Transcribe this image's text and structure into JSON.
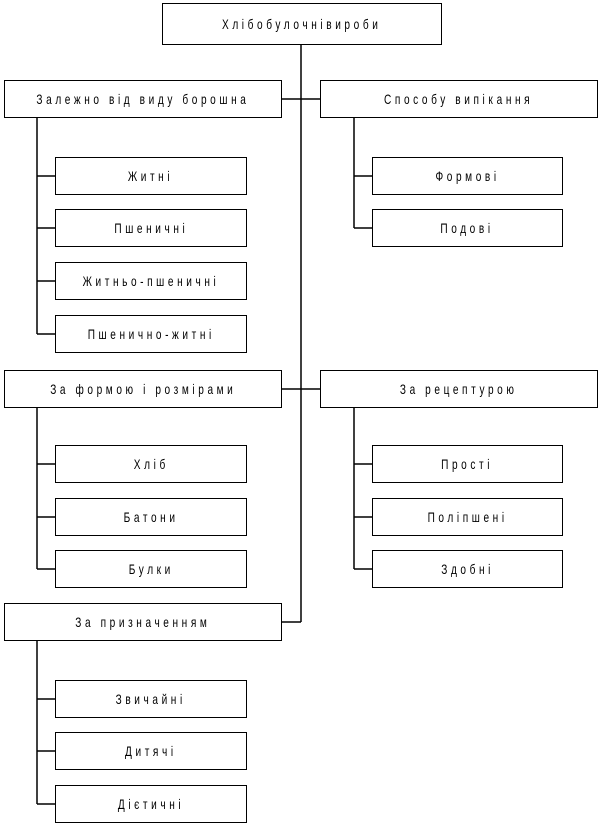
{
  "diagram": {
    "root": "Хлібобулочнівироби",
    "groups": {
      "flour": {
        "title": "Залежно від виду борошна",
        "items": [
          "Житні",
          "Пшеничні",
          "Житньо-пшеничні",
          "Пшенично-житні"
        ]
      },
      "baking": {
        "title": "Способу випікання",
        "items": [
          "Формові",
          "Подові"
        ]
      },
      "shape": {
        "title": "За формою і розмірами",
        "items": [
          "Хліб",
          "Батони",
          "Булки"
        ]
      },
      "recipe": {
        "title": "За рецептурою",
        "items": [
          "Прості",
          "Поліпшені",
          "Здобні"
        ]
      },
      "purpose": {
        "title": "За призначенням",
        "items": [
          "Звичайні",
          "Дитячі",
          "Дієтичні"
        ]
      }
    }
  }
}
